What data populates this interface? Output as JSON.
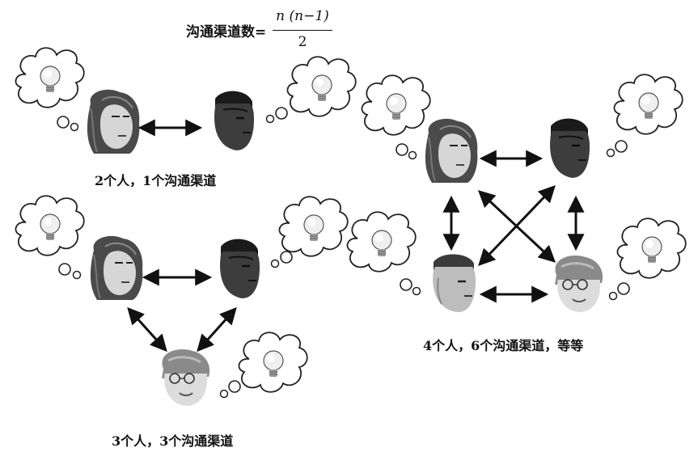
{
  "formula": {
    "lhs": "沟通渠道数=",
    "numerator": "n (n−1)",
    "denominator": "2"
  },
  "groups": [
    {
      "people": 2,
      "channels": 1,
      "caption": "2个人，1个沟通渠道"
    },
    {
      "people": 3,
      "channels": 3,
      "caption": "3个人，3个沟通渠道"
    },
    {
      "people": 4,
      "channels": 6,
      "caption": "4个人，6个沟通渠道，等等"
    }
  ],
  "palette": {
    "ink": "#111111",
    "skin_light": "#cfcfcf",
    "skin_dark": "#3a3a3a",
    "bulb": "#e9e9e9"
  }
}
